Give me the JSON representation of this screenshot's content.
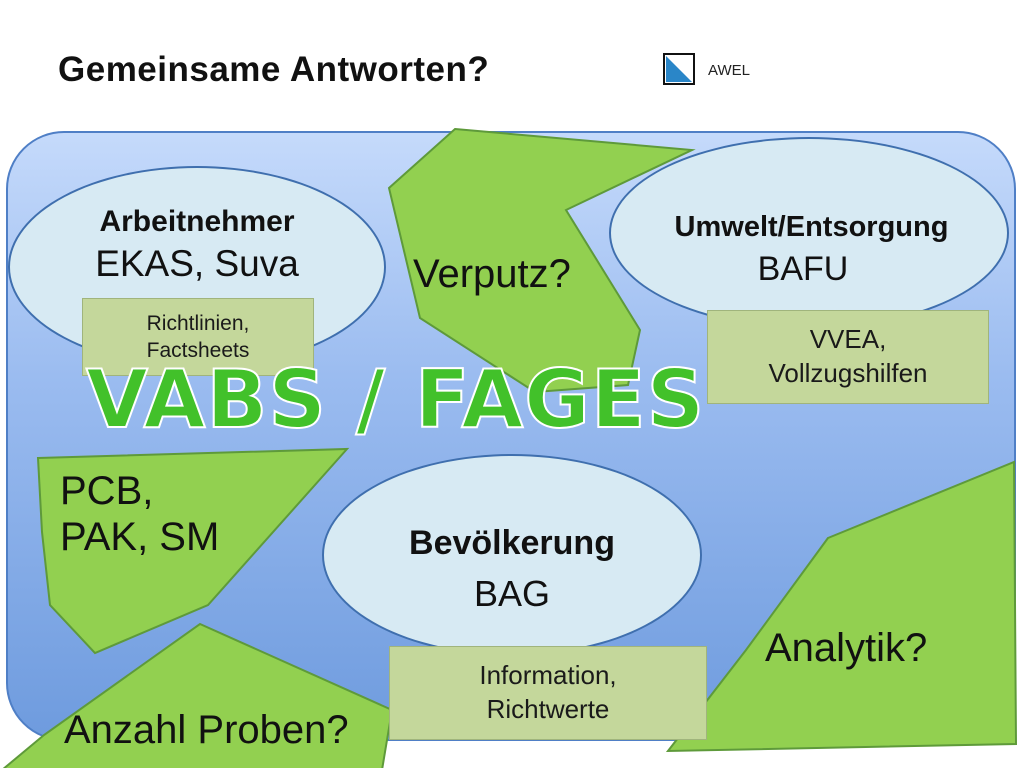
{
  "header": {
    "title": "Gemeinsame Antworten?",
    "logo_text": "AWEL"
  },
  "center_label": "VABS / FAGES",
  "ellipses": {
    "arbeitnehmer": {
      "heading": "Arbeitnehmer",
      "sub": "EKAS, Suva"
    },
    "umwelt": {
      "heading": "Umwelt/Entsorgung",
      "sub": "BAFU"
    },
    "bevoelkerung": {
      "heading": "Bevölkerung",
      "sub": "BAG"
    }
  },
  "notes": {
    "richtlinien": [
      "Richtlinien,",
      "Factsheets"
    ],
    "vvea": [
      "VVEA,",
      "Vollzugshilfen"
    ],
    "information": [
      "Information,",
      "Richtwerte"
    ]
  },
  "green_shapes": {
    "verputz": "Verputz?",
    "pcb": [
      "PCB,",
      "PAK, SM"
    ],
    "analytik": "Analytik?",
    "anzahl": "Anzahl Proben?"
  },
  "colors": {
    "board_blue": "#9bbcf0",
    "ellipse_fill": "#d7eaf3",
    "green_shape": "#92d050",
    "note_green": "#c4d79b",
    "title_green": "#42c12a"
  }
}
